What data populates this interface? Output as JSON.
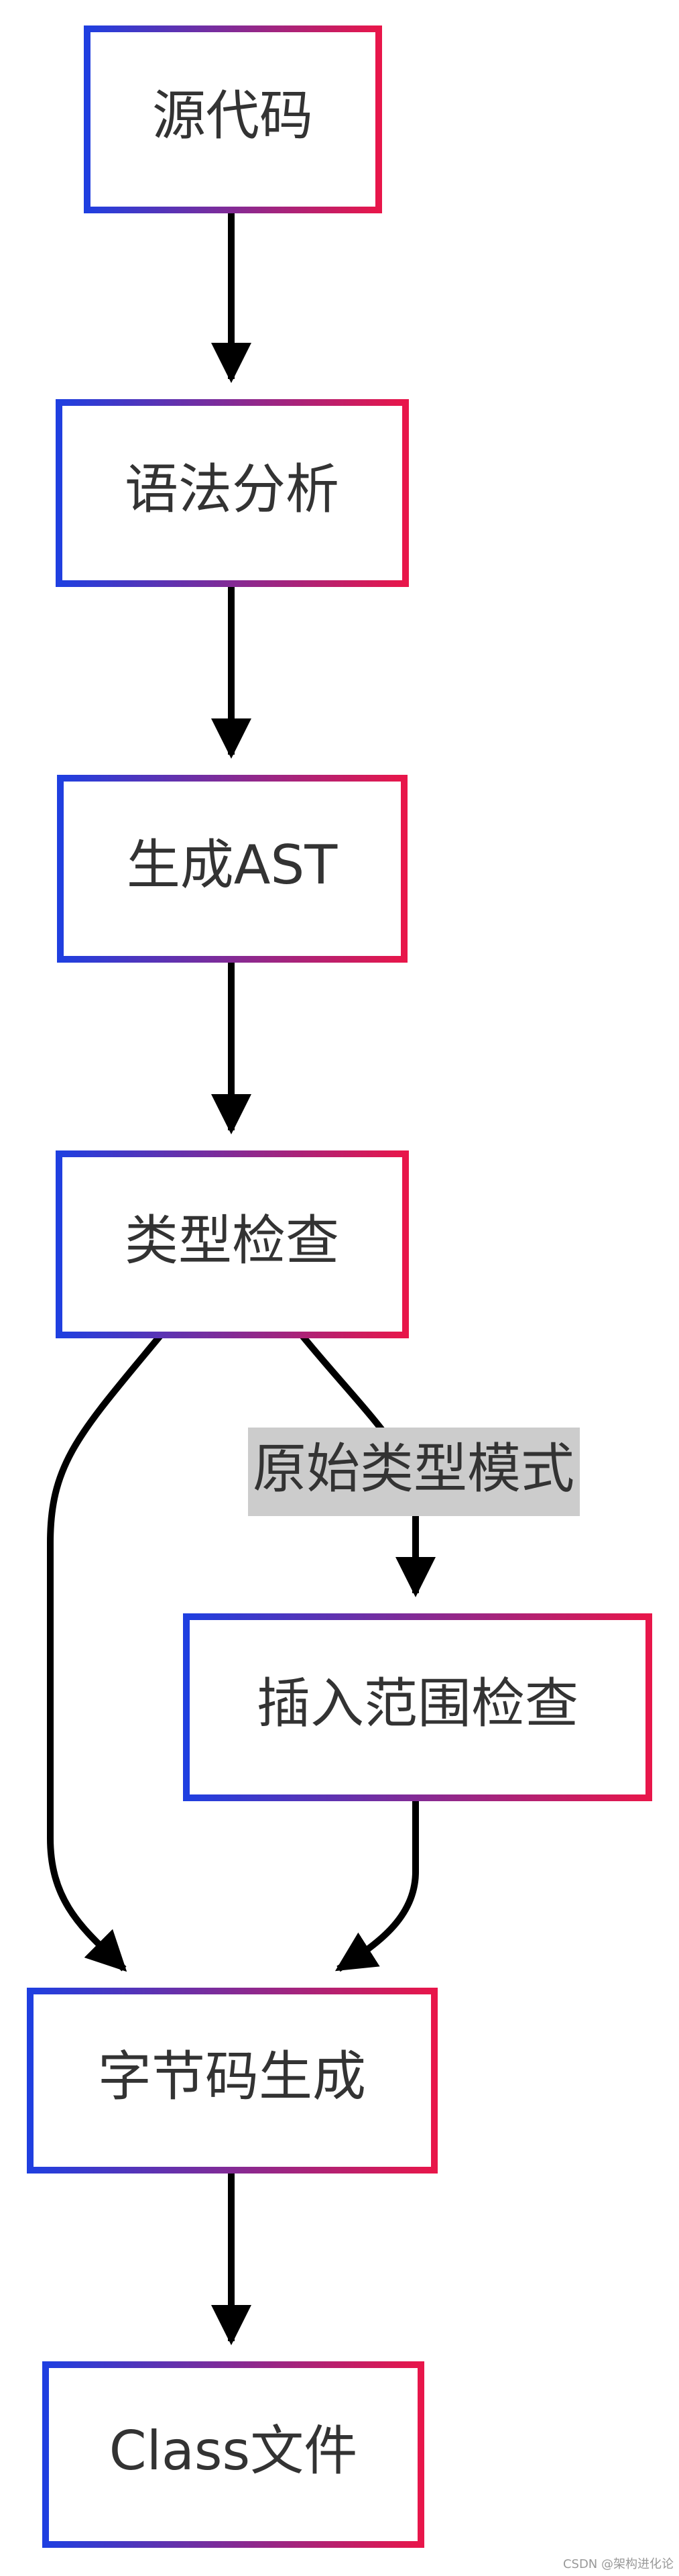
{
  "diagram": {
    "type": "flowchart",
    "nodes": [
      {
        "id": "source",
        "label": "源代码"
      },
      {
        "id": "parse",
        "label": "语法分析"
      },
      {
        "id": "ast",
        "label": "生成AST"
      },
      {
        "id": "typecheck",
        "label": "类型检查"
      },
      {
        "id": "rangecheck",
        "label": "插入范围检查"
      },
      {
        "id": "bytecode",
        "label": "字节码生成"
      },
      {
        "id": "classfile",
        "label": "Class文件"
      }
    ],
    "edges": [
      {
        "from": "source",
        "to": "parse",
        "label": ""
      },
      {
        "from": "parse",
        "to": "ast",
        "label": ""
      },
      {
        "from": "ast",
        "to": "typecheck",
        "label": ""
      },
      {
        "from": "typecheck",
        "to": "bytecode",
        "label": ""
      },
      {
        "from": "typecheck",
        "to": "rangecheck",
        "label": "原始类型模式"
      },
      {
        "from": "rangecheck",
        "to": "bytecode",
        "label": ""
      },
      {
        "from": "bytecode",
        "to": "classfile",
        "label": ""
      }
    ],
    "colors": {
      "border_start": "#1f3fe0",
      "border_end": "#e8164a",
      "arrow": "#000000",
      "edge_label_bg": "#cccccc",
      "text": "#333333"
    }
  },
  "watermark": "CSDN @架构进化论"
}
